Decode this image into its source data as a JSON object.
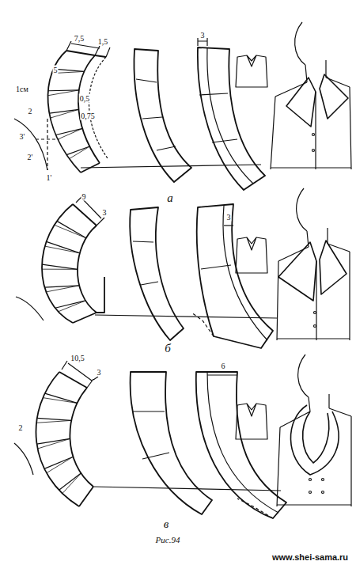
{
  "diagram": {
    "caption": "Рис.94",
    "labels": [
      "7,5",
      "1,5",
      "5",
      "1см",
      "0,5",
      "2",
      "0,75",
      "3'",
      "2'",
      "1'",
      "3",
      "а",
      "9",
      "3",
      "3",
      "б",
      "10,5",
      "3",
      "2",
      "6",
      "в",
      "www.shei-sama.ru"
    ]
  }
}
